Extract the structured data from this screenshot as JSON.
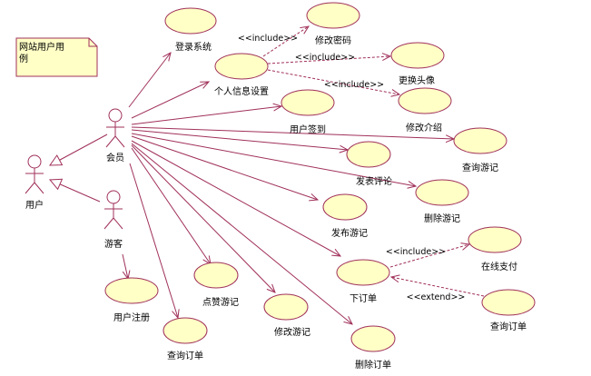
{
  "note": {
    "line1": "网站用户用",
    "line2": "例"
  },
  "actors": {
    "member": "会员",
    "user": "用户",
    "guest": "游客"
  },
  "use_cases": {
    "login": "登录系统",
    "profile": "个人信息设置",
    "change_password": "修改密码",
    "change_avatar": "更换头像",
    "edit_intro": "修改介绍",
    "checkin": "用户签到",
    "query_travelogue": "查询游记",
    "post_comment": "发表评论",
    "delete_travelogue": "删除游记",
    "publish_travelogue": "发布游记",
    "online_pay": "在线支付",
    "place_order": "下订单",
    "query_order_right": "查询订单",
    "register": "用户注册",
    "like_travelogue": "点赞游记",
    "edit_travelogue": "修改游记",
    "delete_order": "删除订单",
    "query_order_left": "查询订单"
  },
  "stereotypes": {
    "include": "<<include>>",
    "extend": "<<extend>>"
  },
  "colors": {
    "line": "#a0305a",
    "fill": "#ffffc6"
  }
}
